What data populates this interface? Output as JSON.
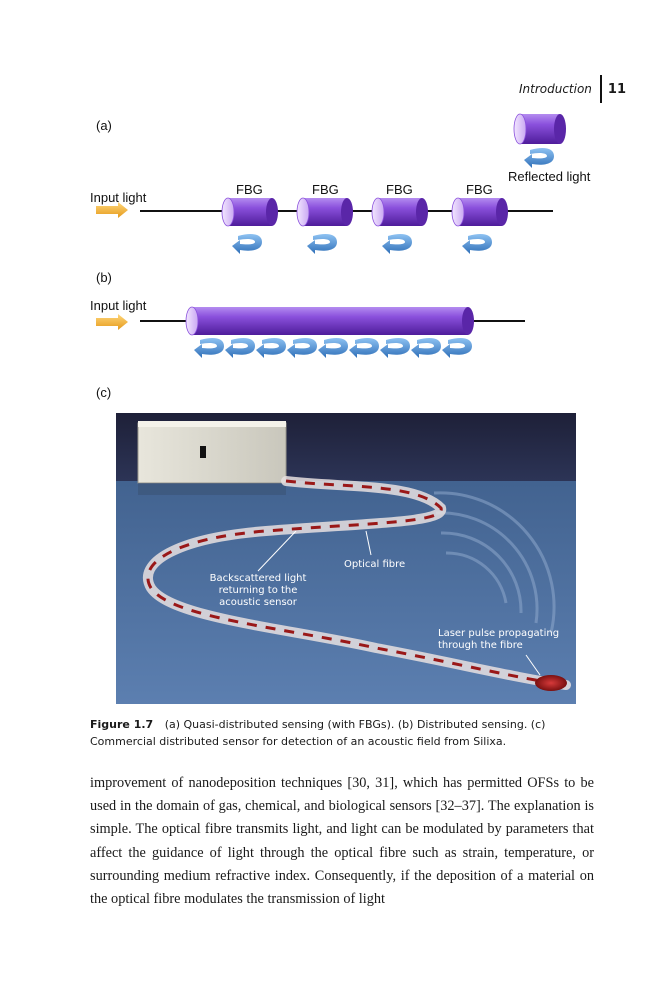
{
  "header": {
    "section": "Introduction",
    "page_number": "11"
  },
  "figure": {
    "panel_a": {
      "label": "(a)",
      "input_label": "Input light",
      "fbg_labels": [
        "FBG",
        "FBG",
        "FBG",
        "FBG"
      ],
      "reflected_label": "Reflected light"
    },
    "panel_b": {
      "label": "(b)",
      "input_label": "Input light"
    },
    "panel_c": {
      "label": "(c)",
      "optical_fibre": "Optical fibre",
      "backscattered": [
        "Backscattered light",
        "returning to the",
        "acoustic sensor"
      ],
      "laser_pulse": [
        "Laser pulse propagating",
        "through the fibre"
      ]
    },
    "colors": {
      "fbg_purple": "#7a3fd2",
      "arrow_blue": "#4a8fd6",
      "input_arrow": "#f0b43c"
    }
  },
  "caption": {
    "label": "Figure 1.7",
    "text": "(a) Quasi-distributed sensing (with FBGs). (b) Distributed sensing. (c) Commercial distributed sensor for detection of an acoustic field from Silixa."
  },
  "body": {
    "paragraph": "improvement of nanodeposition techniques [30, 31], which has permitted OFSs to be used in the domain of gas, chemical, and biological sensors [32–37]. The explanation is simple. The optical fibre transmits light, and light can be modulated by parameters that affect the guidance of light through the optical fibre such as strain, temperature, or surrounding medium refractive index. Consequently, if the deposition of a material on the optical fibre modulates the transmission of light"
  }
}
